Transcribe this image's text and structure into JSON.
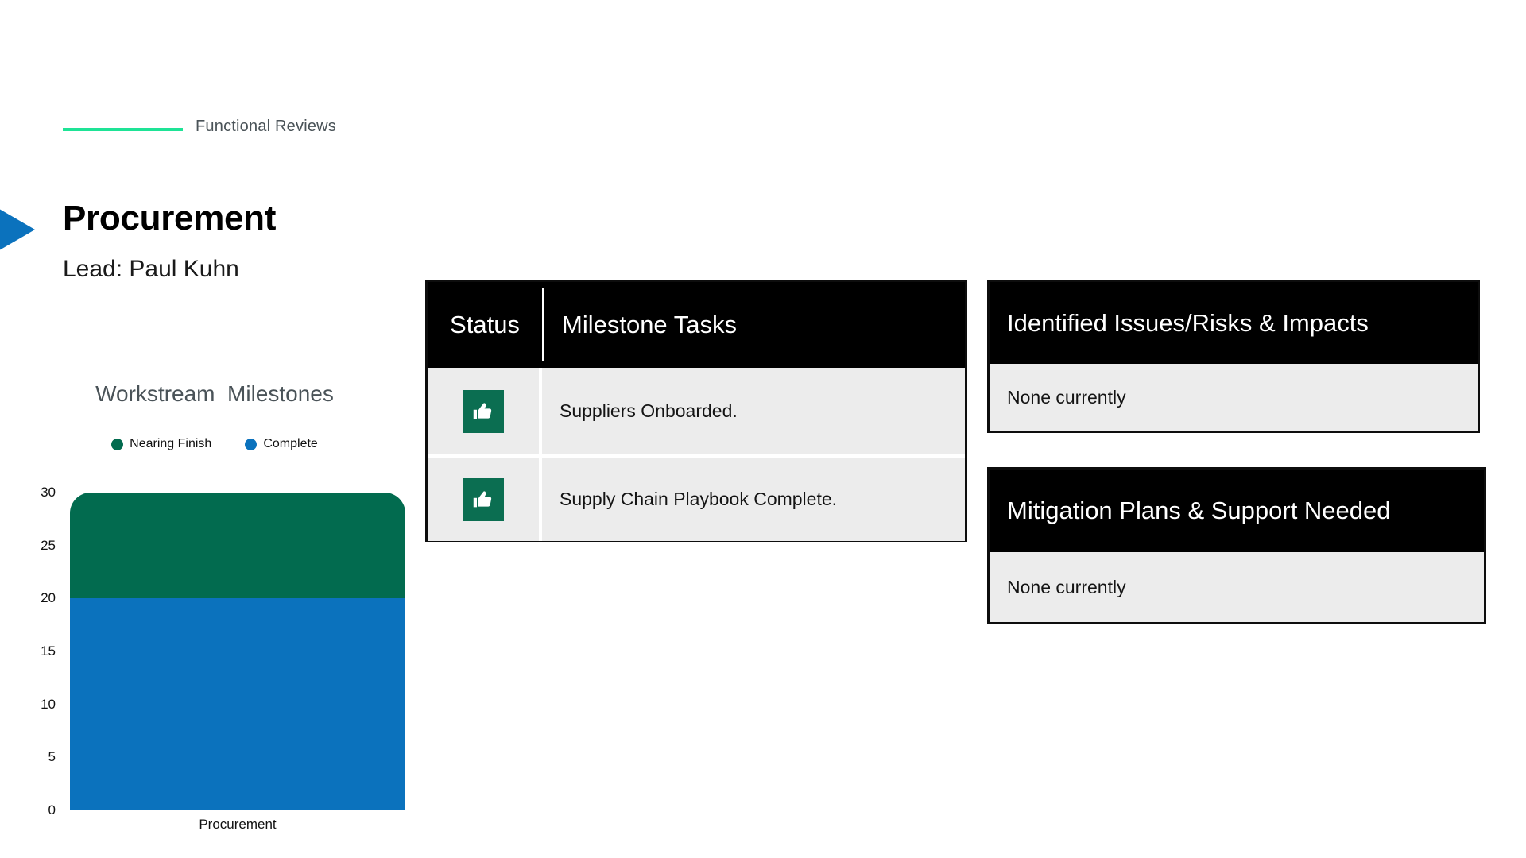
{
  "header": {
    "kicker": "Functional Reviews",
    "accent_color": "#1ee396"
  },
  "title_block": {
    "title": "Procurement",
    "subtitle": "Lead: Paul Kuhn",
    "arrow_color": "#0b72bd"
  },
  "chart_data": {
    "type": "bar",
    "title": "Workstream  Milestones",
    "xlabel": "",
    "ylabel": "",
    "categories": [
      "Procurement"
    ],
    "series": [
      {
        "name": "Nearing Finish",
        "values": [
          10
        ],
        "color": "#026b4f"
      },
      {
        "name": "Complete",
        "values": [
          20
        ],
        "color": "#0b72bd"
      }
    ],
    "stacked": true,
    "ylim": [
      0,
      30
    ],
    "yticks": [
      "0",
      "5",
      "10",
      "15",
      "20",
      "25",
      "30"
    ],
    "ytick_values": [
      0,
      5,
      10,
      15,
      20,
      25,
      30
    ],
    "grid": false,
    "legend_position": "top",
    "legend": [
      {
        "label": "Nearing Finish",
        "color": "#026b4f"
      },
      {
        "label": "Complete",
        "color": "#0b72bd"
      }
    ]
  },
  "milestone_table": {
    "columns": [
      "Status",
      "Milestone Tasks"
    ],
    "rows": [
      {
        "status_icon": "thumbs-up-icon",
        "task": "Suppliers Onboarded."
      },
      {
        "status_icon": "thumbs-up-icon",
        "task": "Supply Chain Playbook Complete."
      }
    ]
  },
  "panels": [
    {
      "title": "Identified Issues/Risks & Impacts",
      "body": "None currently"
    },
    {
      "title": "Mitigation Plans & Support Needed",
      "body": "None currently"
    }
  ]
}
